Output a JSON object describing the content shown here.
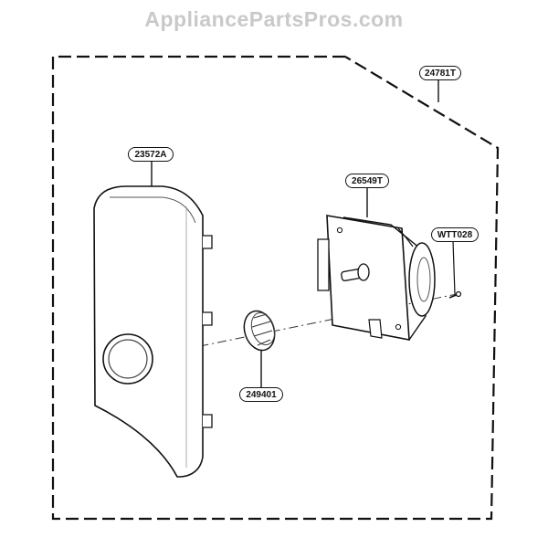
{
  "watermark": "AppliancePartsPros.com",
  "callouts": {
    "frame": "24781T",
    "housing": "23572A",
    "timer": "26549T",
    "screw": "WTT028",
    "knob": "249401"
  }
}
